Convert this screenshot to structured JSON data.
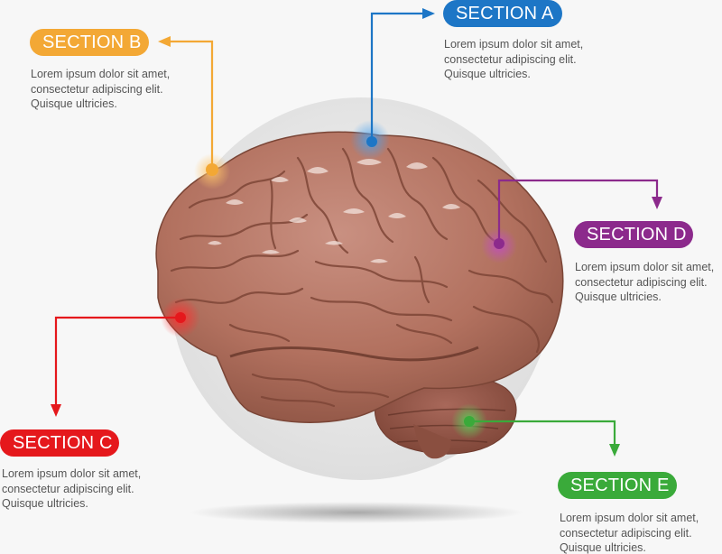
{
  "sections": {
    "a": {
      "label": "SECTION A",
      "text": "Lorem ipsum dolor sit amet,\nconsectetur adipiscing elit.\nQuisque ultricies.",
      "color": "#1d76c6"
    },
    "b": {
      "label": "SECTION B",
      "text": "Lorem ipsum dolor sit amet,\nconsectetur adipiscing elit.\nQuisque ultricies.",
      "color": "#f3a835"
    },
    "c": {
      "label": "SECTION C",
      "text": "Lorem ipsum dolor sit amet,\nconsectetur adipiscing elit.\nQuisque ultricies.",
      "color": "#e5181c"
    },
    "d": {
      "label": "SECTION D",
      "text": "Lorem ipsum dolor sit amet,\nconsectetur adipiscing elit.\nQuisque ultricies.",
      "color": "#8c2a8c"
    },
    "e": {
      "label": "SECTION E",
      "text": "Lorem ipsum dolor sit amet,\nconsectetur adipiscing elit.\nQuisque ultricies.",
      "color": "#3aaa3a"
    }
  },
  "illustration": {
    "subject": "brain-icon",
    "brain_color": "#b9796a",
    "backdrop_color": "#e6e6e6"
  }
}
